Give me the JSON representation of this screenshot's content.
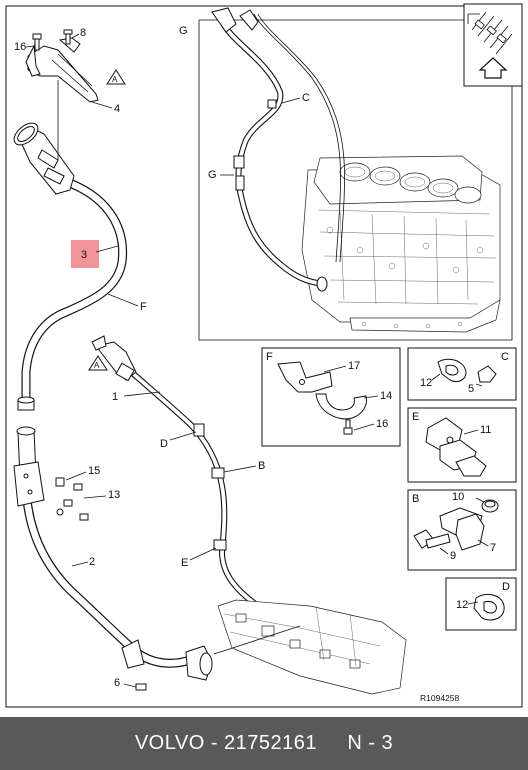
{
  "callouts": {
    "c16_top": "16",
    "c8": "8",
    "c4": "4",
    "c3": "3",
    "cF": "F",
    "c1": "1",
    "cD": "D",
    "cB": "B",
    "cE": "E",
    "c15": "15",
    "c13": "13",
    "c2": "2",
    "c6": "6",
    "cC": "C",
    "cG": "G",
    "warn1": "A",
    "warn2": "A"
  },
  "insets": {
    "G": {
      "letter": "G"
    },
    "F": {
      "letter": "F",
      "c17": "17",
      "c14": "14",
      "c16": "16"
    },
    "C": {
      "letter": "C",
      "c12": "12",
      "c5": "5"
    },
    "E": {
      "letter": "E",
      "c11": "11"
    },
    "B": {
      "letter": "B",
      "c10": "10",
      "c7": "7",
      "c9": "9"
    },
    "D": {
      "letter": "D",
      "c12": "12"
    }
  },
  "highlight_color": "#f0949a",
  "drawing_number": "R1094258",
  "footer": {
    "text": "VOLVO - 21752161     N - 3",
    "background": "#595959"
  }
}
